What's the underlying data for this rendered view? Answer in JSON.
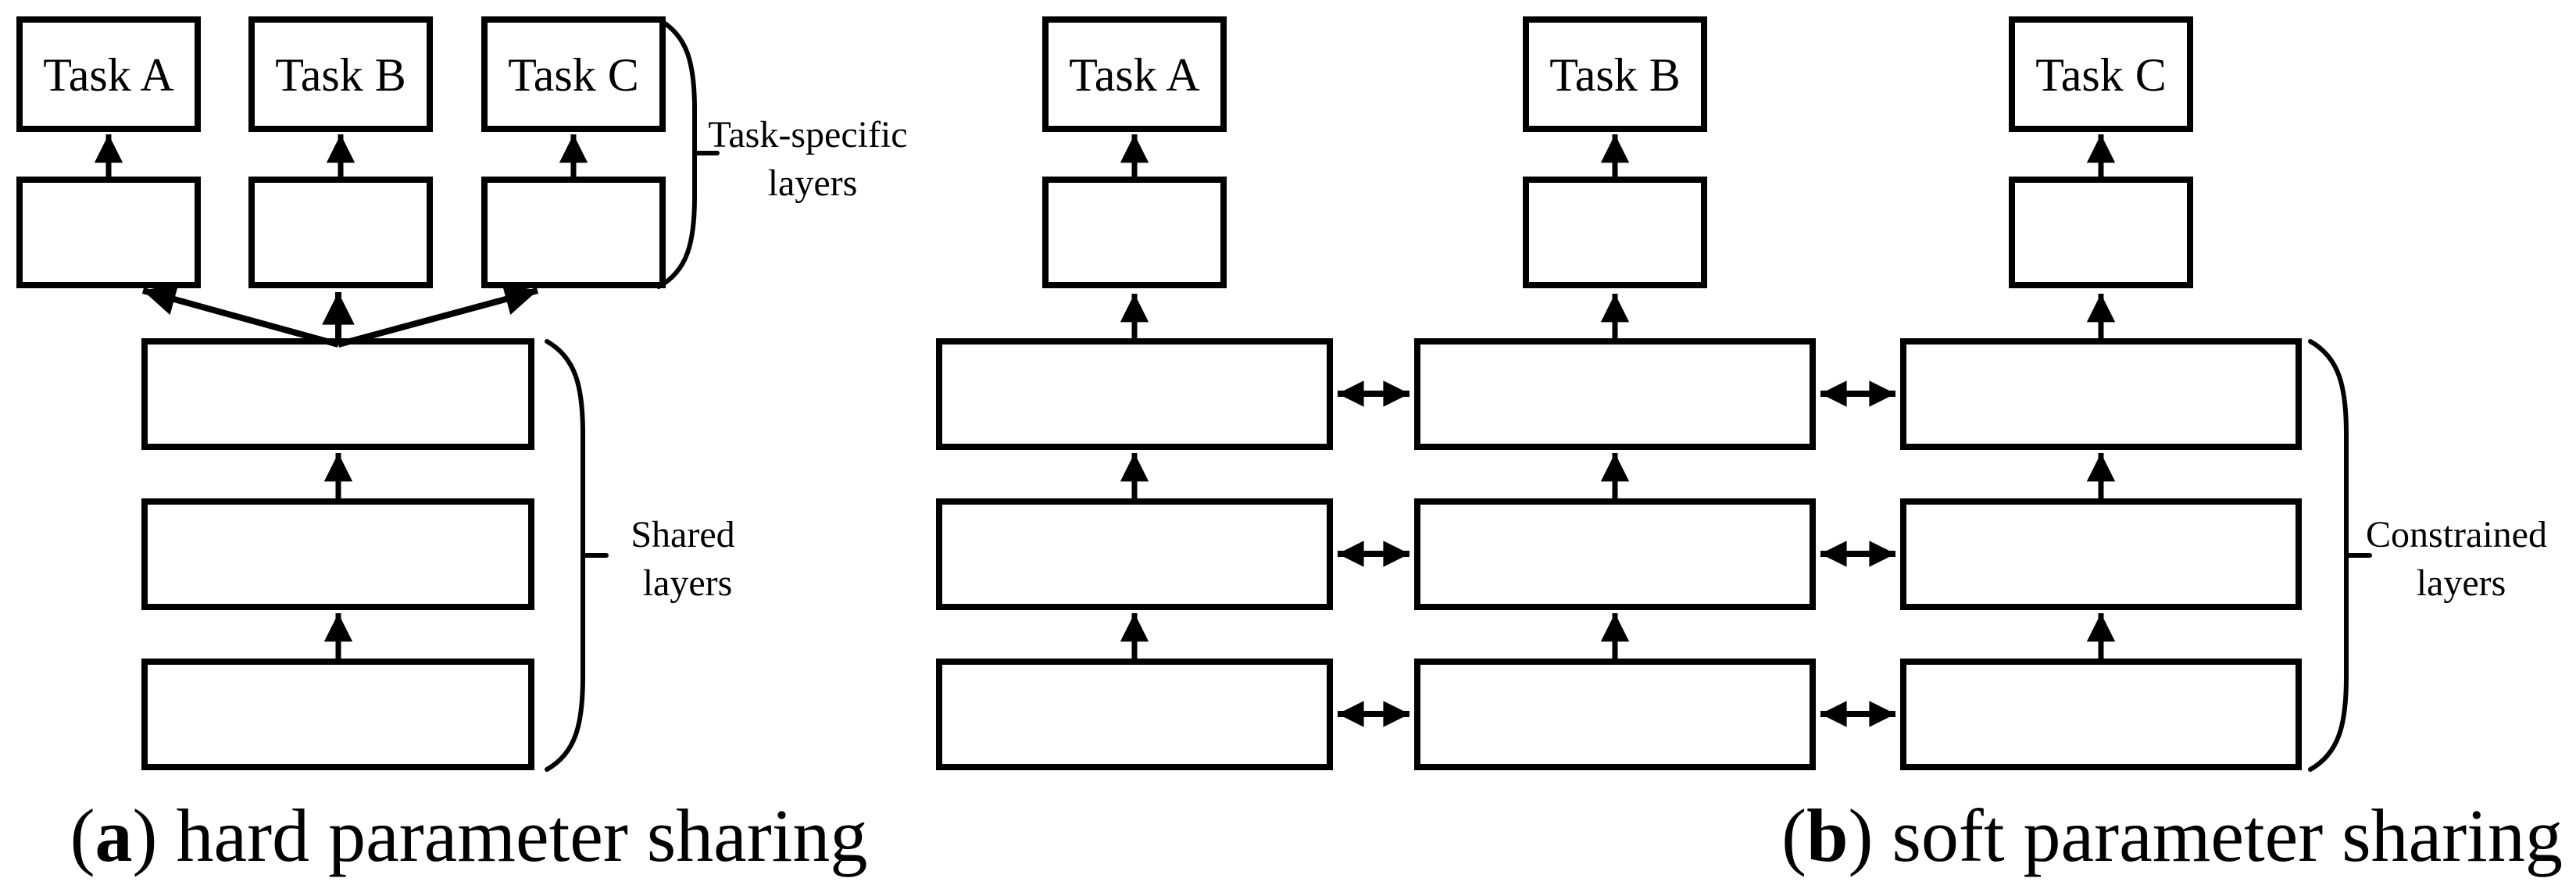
{
  "figure": {
    "colors": {
      "ink": "#000000",
      "background": "#ffffff"
    },
    "panels": {
      "a": {
        "tasks": [
          {
            "label": "Task A"
          },
          {
            "label": "Task B"
          },
          {
            "label": "Task C"
          }
        ],
        "brace_task_specific": {
          "line1": "Task-specific",
          "line2": "layers"
        },
        "brace_shared": {
          "line1": "Shared",
          "line2": "layers"
        },
        "caption": {
          "open": "(",
          "letter": "a",
          "close": ")",
          "text": "hard parameter sharing"
        }
      },
      "b": {
        "tasks": [
          {
            "label": "Task A"
          },
          {
            "label": "Task B"
          },
          {
            "label": "Task C"
          }
        ],
        "brace_constrained": {
          "line1": "Constrained",
          "line2": "layers"
        },
        "caption": {
          "open": "(",
          "letter": "b",
          "close": ")",
          "text": "soft parameter sharing"
        }
      }
    }
  }
}
